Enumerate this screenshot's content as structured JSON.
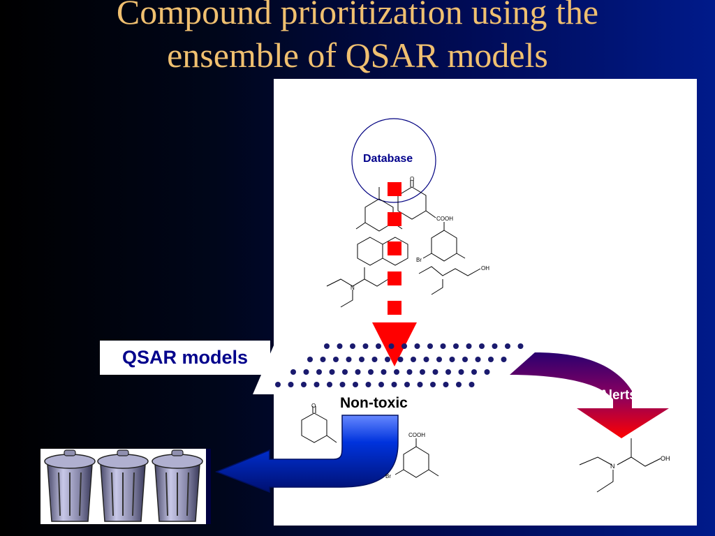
{
  "slide": {
    "title_line1": "Compound prioritization using the",
    "title_line2": "ensemble of QSAR models"
  },
  "diagram": {
    "database_label": "Database",
    "qsar_label": "QSAR models",
    "nontoxic_label": "Non-toxic",
    "alerts_label": "Alerts",
    "molecule_atom_labels": [
      "O",
      "COOH",
      "Br",
      "N",
      "OH",
      "COOH",
      "Br",
      "O",
      "N",
      "OH"
    ]
  },
  "colors": {
    "background_dark": "#000000",
    "background_blue": "#001a8a",
    "title": "#f0c070",
    "panel": "#ffffff",
    "dashed_arrow": "#ff0000",
    "dots": "#1a1a6e",
    "alerts_arrow_top": "#3a0080",
    "alerts_arrow_bottom": "#ff0000",
    "nontoxic_arrow": "#0033cc"
  },
  "icons": [
    "database-circle-icon",
    "trash-can-icon",
    "trash-can-icon",
    "trash-can-icon"
  ]
}
